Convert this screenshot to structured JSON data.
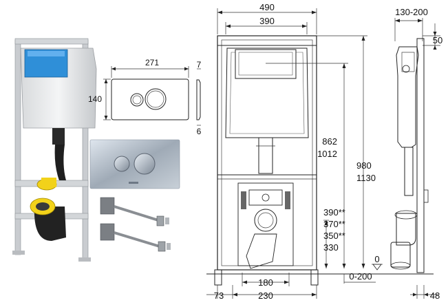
{
  "plate_dims": {
    "width": "271",
    "height": "140",
    "depth_top": "7",
    "depth_bottom": "6"
  },
  "front_dims": {
    "top_width": "490",
    "inner_width": "390",
    "h_862": "862",
    "h_1012": "1012",
    "h_980": "980",
    "h_1130": "1130",
    "drain_390": "390**",
    "drain_370": "370**",
    "drain_350": "350**",
    "drain_330": "330",
    "floor_offset": "0-200",
    "floor_zero": "0",
    "bottom_73": "73",
    "bottom_180": "180",
    "bottom_230": "230"
  },
  "side_dims": {
    "depth": "130-200",
    "top_50": "50",
    "bottom_48": "48"
  },
  "colors": {
    "tank_blue": "#2f8fd8",
    "elbow_yellow": "#f2d21a",
    "frame_grey": "#c9ccd0",
    "plate_silver": "#b8c2cc"
  }
}
